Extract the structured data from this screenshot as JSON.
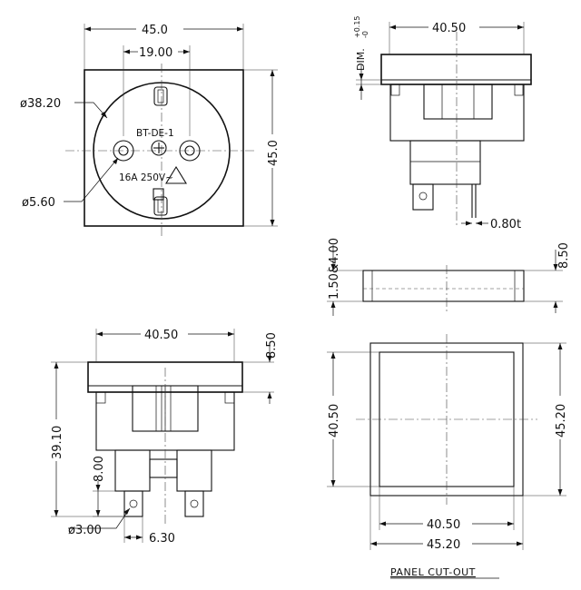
{
  "front_view": {
    "width": "45.0",
    "height": "45.0",
    "pin_spacing": "19.00",
    "recess_diameter": "ø38.20",
    "pin_hole_diameter": "ø5.60",
    "model": "BT-DE-1",
    "rating": "16A 250V~"
  },
  "side_view": {
    "width": "40.50",
    "dim_label": "DIM.",
    "tolerance_upper": "+0.15",
    "tolerance_lower": "-0",
    "pin_thickness": "0.80t"
  },
  "bottom_view": {
    "width": "40.50",
    "flange": "8.50",
    "height": "39.10",
    "terminal_length": "8.00",
    "hole_diameter": "ø3.00",
    "terminal_width": "6.30"
  },
  "panel": {
    "thickness": "1.50&4.00",
    "depth": "8.50",
    "inner_height": "40.50",
    "outer_height": "45.20",
    "inner_width": "40.50",
    "outer_width": "45.20",
    "title": "PANEL CUT-OUT"
  }
}
